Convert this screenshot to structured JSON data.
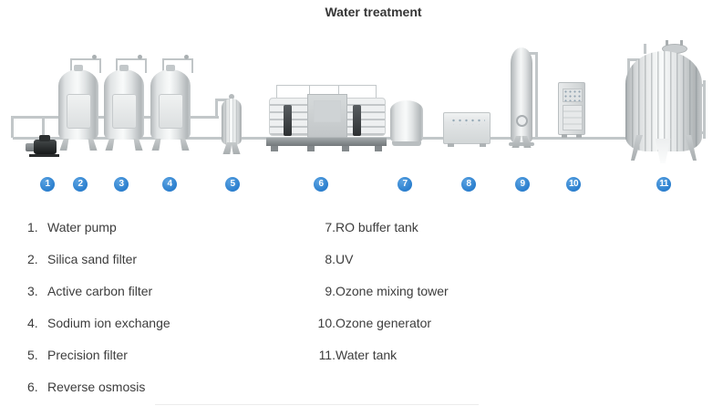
{
  "title": "Water treatment",
  "theme": {
    "accent_blue": "#2b7fce",
    "text": "#3d3d3d",
    "metal_light": "#f3f5f5",
    "metal_dark": "#b2b7b9"
  },
  "markers": [
    "1",
    "2",
    "3",
    "4",
    "5",
    "6",
    "7",
    "8",
    "9",
    "10",
    "11"
  ],
  "legend": {
    "left": [
      {
        "num": "1.",
        "label": "Water pump"
      },
      {
        "num": "2.",
        "label": "Silica sand filter"
      },
      {
        "num": "3.",
        "label": "Active carbon filter"
      },
      {
        "num": "4.",
        "label": "Sodium ion exchange"
      },
      {
        "num": "5.",
        "label": "Precision filter"
      },
      {
        "num": "6.",
        "label": "Reverse osmosis"
      }
    ],
    "right": [
      {
        "num": "7.",
        "label": "RO buffer tank"
      },
      {
        "num": "8.",
        "label": "UV"
      },
      {
        "num": "9.",
        "label": "Ozone mixing tower"
      },
      {
        "num": "10.",
        "label": "Ozone generator"
      },
      {
        "num": "11.",
        "label": "Water tank"
      }
    ]
  }
}
